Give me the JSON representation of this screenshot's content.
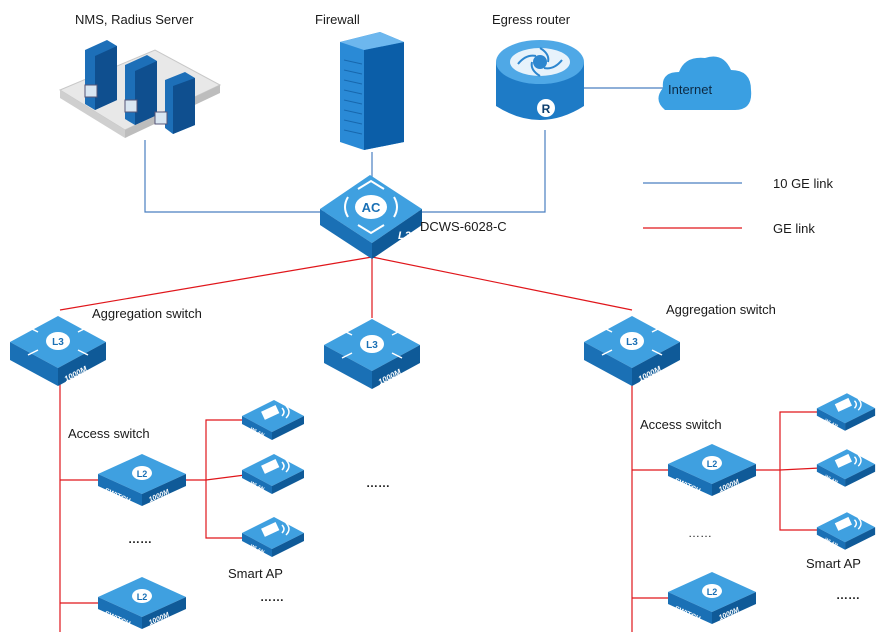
{
  "labels": {
    "nms": "NMS, Radius Server",
    "firewall": "Firewall",
    "egress": "Egress router",
    "internet": "Internet",
    "ac_model": "DCWS-6028-C",
    "agg_left": "Aggregation switch",
    "agg_right": "Aggregation switch",
    "access_left": "Access switch",
    "access_right": "Access switch",
    "smart_ap_left": "Smart AP",
    "smart_ap_right": "Smart AP"
  },
  "legend": {
    "ten_ge": "10 GE link",
    "ge": "GE link",
    "ten_ge_color": "#4a7fc0",
    "ge_color": "#e0161b"
  },
  "ellipsis": {
    "center": "……",
    "left_mid": "……",
    "left_bottom": "……",
    "right_mid": "……",
    "right_bottom": "……"
  },
  "device_text": {
    "ac": "AC",
    "ac_layer": "L3",
    "router_badge": "R",
    "l3_switch": "L3",
    "l2_switch": "L2",
    "switch_word": "SWITCH",
    "switch_speed": "1000M",
    "wlan": "WLAN"
  }
}
